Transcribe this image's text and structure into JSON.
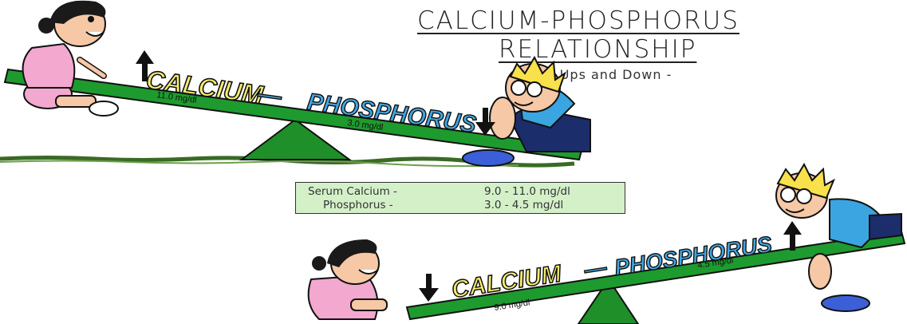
{
  "title": {
    "line1": "CALCIUM-PHOSPHORUS",
    "line2": "RELATIONSHIP",
    "subtitle": "- The Ups and Down -"
  },
  "top_seesaw": {
    "calcium_label": "CALCIUM",
    "dash": "—",
    "phosphorus_label": "PHOSPHORUS",
    "calcium_value": "11.0 mg/dl",
    "phosphorus_value": "3.0 mg/dl"
  },
  "normal_ranges": {
    "calcium_label": "Serum Calcium -",
    "calcium_range": "9.0 - 11.0 mg/dl",
    "phosphorus_label": "Phosphorus -",
    "phosphorus_range": "3.0 - 4.5 mg/dl"
  },
  "bottom_seesaw": {
    "calcium_label": "CALCIUM",
    "dash": "—",
    "phosphorus_label": "PHOSPHORUS",
    "calcium_value": "9.0 mg/dl",
    "phosphorus_value": "4.5 mg/dl"
  },
  "colors": {
    "plank": "#1e9b2e",
    "fulcrum": "#1f8f2a",
    "calcium_fill": "#f7ee6e",
    "phosphorus_fill": "#43a6e0",
    "box_fill": "#d4f0c8"
  }
}
